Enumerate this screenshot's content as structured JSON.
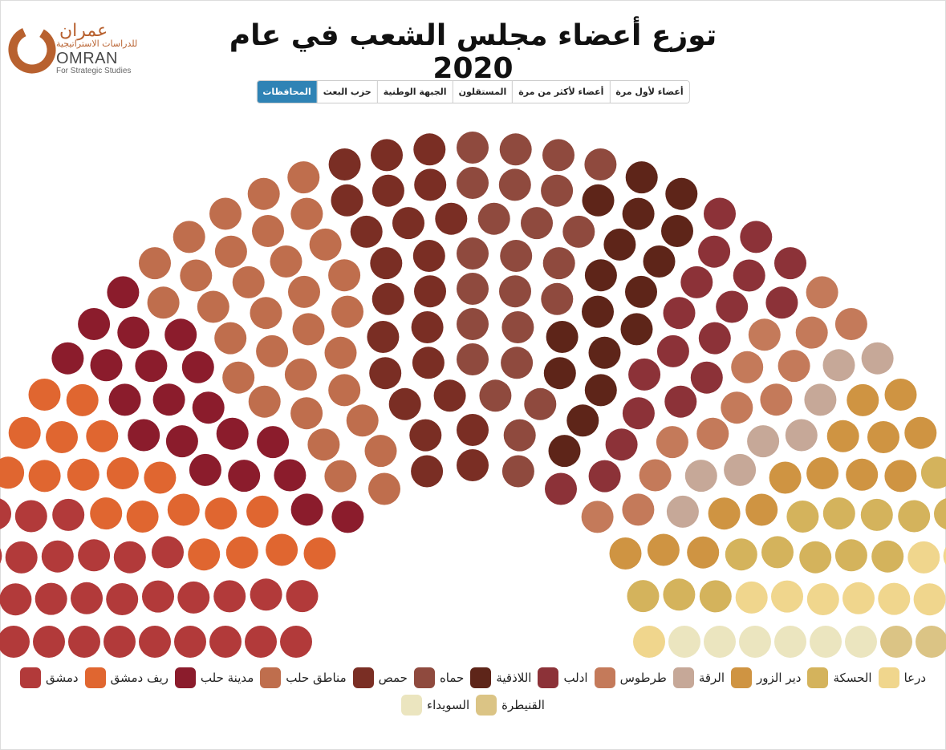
{
  "logo": {
    "ar": "عمران",
    "ar_sub": "للدراسات الاستراتيجية",
    "en": "OMRAN",
    "en_sub": "For Strategic Studies"
  },
  "title": "توزع أعضاء مجلس الشعب في عام 2020",
  "tabs": [
    {
      "label": "أعضاء لأول مرة",
      "active": false
    },
    {
      "label": "أعضاء لأكثر من مرة",
      "active": false
    },
    {
      "label": "المستقلون",
      "active": false
    },
    {
      "label": "الجبهة الوطنية",
      "active": false
    },
    {
      "label": "حزب البعث",
      "active": false
    },
    {
      "label": "المحافظات",
      "active": true
    }
  ],
  "colors": {
    "accent": "#2f83b5"
  },
  "chart_data": {
    "type": "parliament",
    "total_seats": 250,
    "series": [
      {
        "name": "دمشق",
        "seats": 29,
        "color": "#b23a3a"
      },
      {
        "name": "ريف دمشق",
        "seats": 19,
        "color": "#e06630"
      },
      {
        "name": "مدينة حلب",
        "seats": 20,
        "color": "#8b1c2c"
      },
      {
        "name": "مناطق حلب",
        "seats": 32,
        "color": "#bf6e4d"
      },
      {
        "name": "حمص",
        "seats": 23,
        "color": "#7a2e24"
      },
      {
        "name": "حماه",
        "seats": 24,
        "color": "#8f4a3e"
      },
      {
        "name": "اللاذقية",
        "seats": 17,
        "color": "#5e2519"
      },
      {
        "name": "ادلب",
        "seats": 18,
        "color": "#8c3238"
      },
      {
        "name": "طرطوس",
        "seats": 13,
        "color": "#c47a5a"
      },
      {
        "name": "الرقة",
        "seats": 8,
        "color": "#c6a898"
      },
      {
        "name": "دير الزور",
        "seats": 14,
        "color": "#cf9442"
      },
      {
        "name": "الحسكة",
        "seats": 14,
        "color": "#d4b35c"
      },
      {
        "name": "درعا",
        "seats": 10,
        "color": "#f0d68d"
      },
      {
        "name": "السويداء",
        "seats": 6,
        "color": "#ebe5bf"
      },
      {
        "name": "القنيطرة",
        "seats": 5,
        "color": "#dbc485"
      }
    ]
  }
}
